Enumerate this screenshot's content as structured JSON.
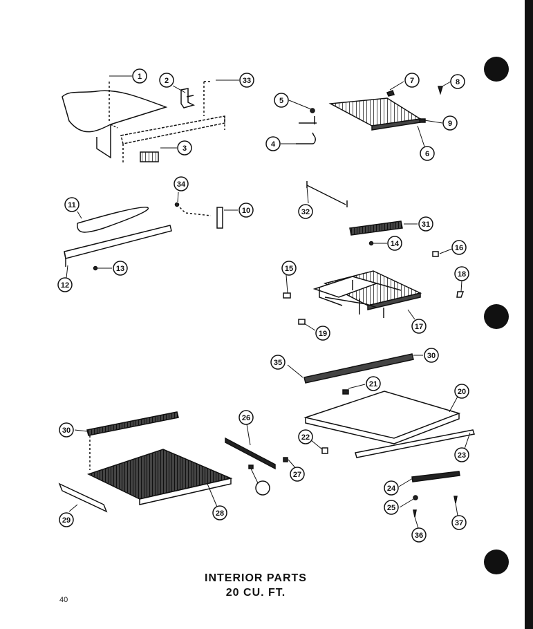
{
  "caption": {
    "line1": "INTERIOR PARTS",
    "line2": "20 CU. FT."
  },
  "page_number": "40",
  "callouts": [
    "1",
    "2",
    "3",
    "4",
    "5",
    "6",
    "7",
    "8",
    "9",
    "10",
    "11",
    "12",
    "13",
    "14",
    "15",
    "16",
    "17",
    "18",
    "19",
    "20",
    "21",
    "22",
    "23",
    "24",
    "25",
    "26",
    "27",
    "28",
    "29",
    "30",
    "31",
    "32",
    "33",
    "34",
    "35",
    "36",
    "37"
  ],
  "colors": {
    "ink": "#111111",
    "paper": "#ffffff"
  }
}
